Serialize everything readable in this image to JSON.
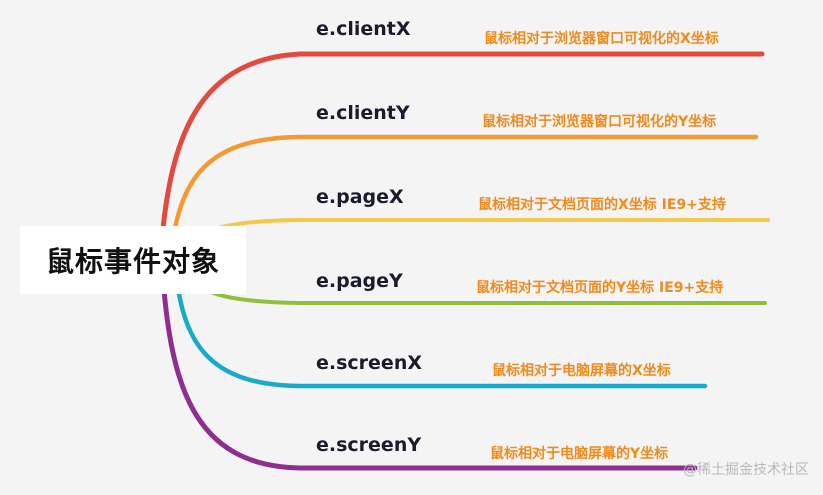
{
  "root": {
    "label": "鼠标事件对象"
  },
  "branches": [
    {
      "title": "e.clientX",
      "desc": "鼠标相对于浏览器窗口可视化的X坐标",
      "color": "#e04a3f"
    },
    {
      "title": "e.clientY",
      "desc": "鼠标相对于浏览器窗口可视化的Y坐标",
      "color": "#f39a35"
    },
    {
      "title": "e.pageX",
      "desc": "鼠标相对于文档页面的X坐标    IE9+支持",
      "color": "#f2c94c"
    },
    {
      "title": "e.pageY",
      "desc": "鼠标相对于文档页面的Y坐标    IE9+支持",
      "color": "#8fbf3f"
    },
    {
      "title": "e.screenX",
      "desc": "鼠标相对于电脑屏幕的X坐标",
      "color": "#19a9c9"
    },
    {
      "title": "e.screenY",
      "desc": "鼠标相对于电脑屏幕的Y坐标",
      "color": "#8e2f8f"
    }
  ],
  "watermark": {
    "text": "@稀土掘金技术社区"
  }
}
